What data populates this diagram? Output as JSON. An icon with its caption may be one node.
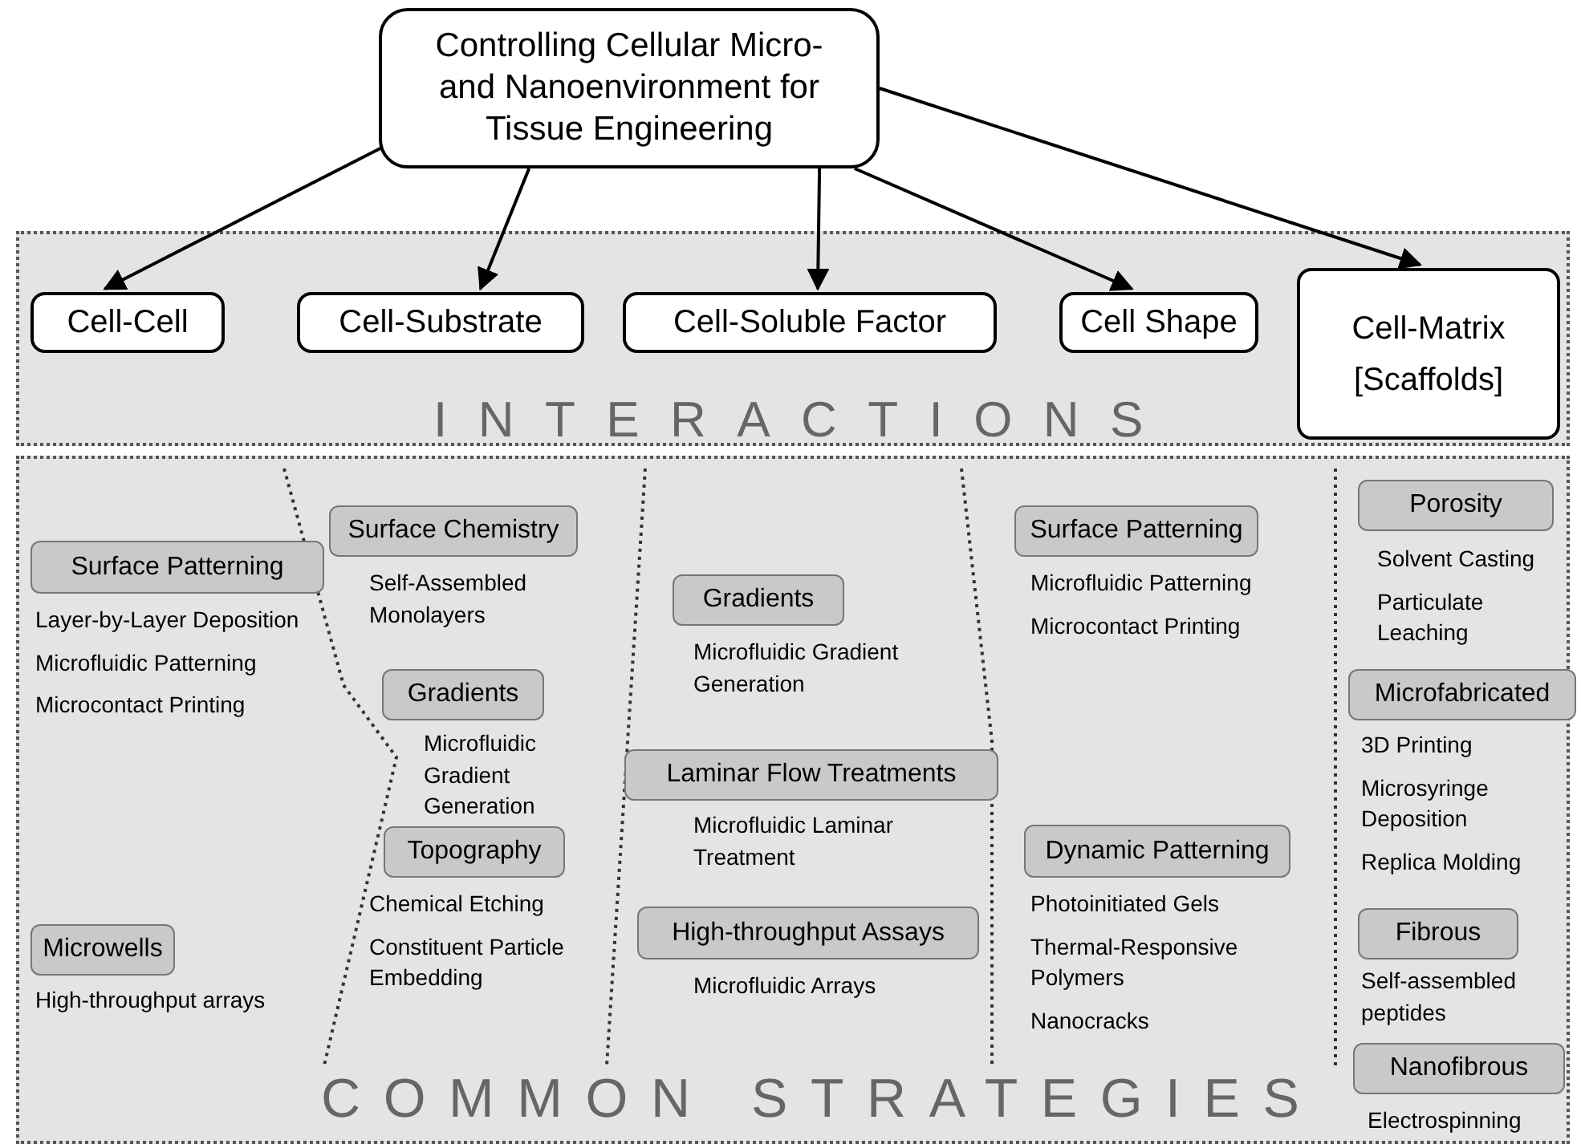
{
  "diagram": {
    "nodes": [
      {
        "text": [
          "Controlling Cellular Micro- and Nanoenvironment for Tissue Engineering"
        ]
      },
      {
        "text": [
          "INTERACTIONS"
        ]
      },
      {
        "text": [
          "Cell-Cell"
        ],
        "in": 1
      },
      {
        "text": [
          "Cell-Substrate"
        ],
        "in": 1
      },
      {
        "text": [
          "Cell-Soluble Factor"
        ],
        "in": 1
      },
      {
        "text": [
          "Cell Shape"
        ],
        "in": 1
      },
      {
        "text": [
          "Cell-Matrix [Scaffolds]"
        ],
        "in": 1
      },
      {
        "text": [
          "COMMON STRATEGIES"
        ]
      },
      {
        "text": [
          "Surface Patterning"
        ],
        "in": 7,
        "beside": [
          "Layer-by-Layer Deposition",
          "Microfluidic Patterning",
          "Microcontact Printing"
        ]
      },
      {
        "text": [
          "Microwells"
        ],
        "in": 7,
        "beside": [
          "High-throughput arrays"
        ]
      },
      {
        "text": [
          "Surface Chemistry"
        ],
        "in": 7,
        "beside": [
          "Self-Assembled Monolayers"
        ]
      },
      {
        "text": [
          "Gradients"
        ],
        "in": 7,
        "beside": [
          "Microfluidic Gradient Generation"
        ]
      },
      {
        "text": [
          "Topography"
        ],
        "in": 7,
        "beside": [
          "Chemical Etching",
          "Constituent Particle Embedding"
        ]
      },
      {
        "text": [
          "Gradients"
        ],
        "in": 7,
        "beside": [
          "Microfluidic Gradient Generation"
        ]
      },
      {
        "text": [
          "Laminar Flow Treatments"
        ],
        "in": 7,
        "beside": [
          "Microfluidic Laminar Treatment"
        ]
      },
      {
        "text": [
          "High-throughput Assays"
        ],
        "in": 7,
        "beside": [
          "Microfluidic Arrays"
        ]
      },
      {
        "text": [
          "Surface Patterning"
        ],
        "in": 7,
        "beside": [
          "Microfluidic Patterning",
          "Microcontact Printing"
        ]
      },
      {
        "text": [
          "Dynamic Patterning"
        ],
        "in": 7,
        "beside": [
          "Photoinitiated Gels",
          "Thermal-Responsive Polymers",
          "Nanocracks"
        ]
      },
      {
        "text": [
          "Porosity"
        ],
        "in": 7,
        "beside": [
          "Solvent Casting",
          "Particulate Leaching"
        ]
      },
      {
        "text": [
          "Microfabricated"
        ],
        "in": 7,
        "beside": [
          "3D Printing",
          "Microsyringe Deposition",
          "Replica Molding"
        ]
      },
      {
        "text": [
          "Fibrous"
        ],
        "in": 7,
        "beside": [
          "Self-assembled peptides"
        ]
      },
      {
        "text": [
          "Nanofibrous"
        ],
        "in": 7,
        "beside": [
          "Electrospinning"
        ]
      }
    ],
    "edges": [
      {
        "from": 0,
        "to": 2,
        "arrow": "to"
      },
      {
        "from": 0,
        "to": 3,
        "arrow": "to"
      },
      {
        "from": 0,
        "to": 4,
        "arrow": "to"
      },
      {
        "from": 0,
        "to": 5,
        "arrow": "to"
      },
      {
        "from": 0,
        "to": 6,
        "arrow": "to"
      }
    ]
  }
}
